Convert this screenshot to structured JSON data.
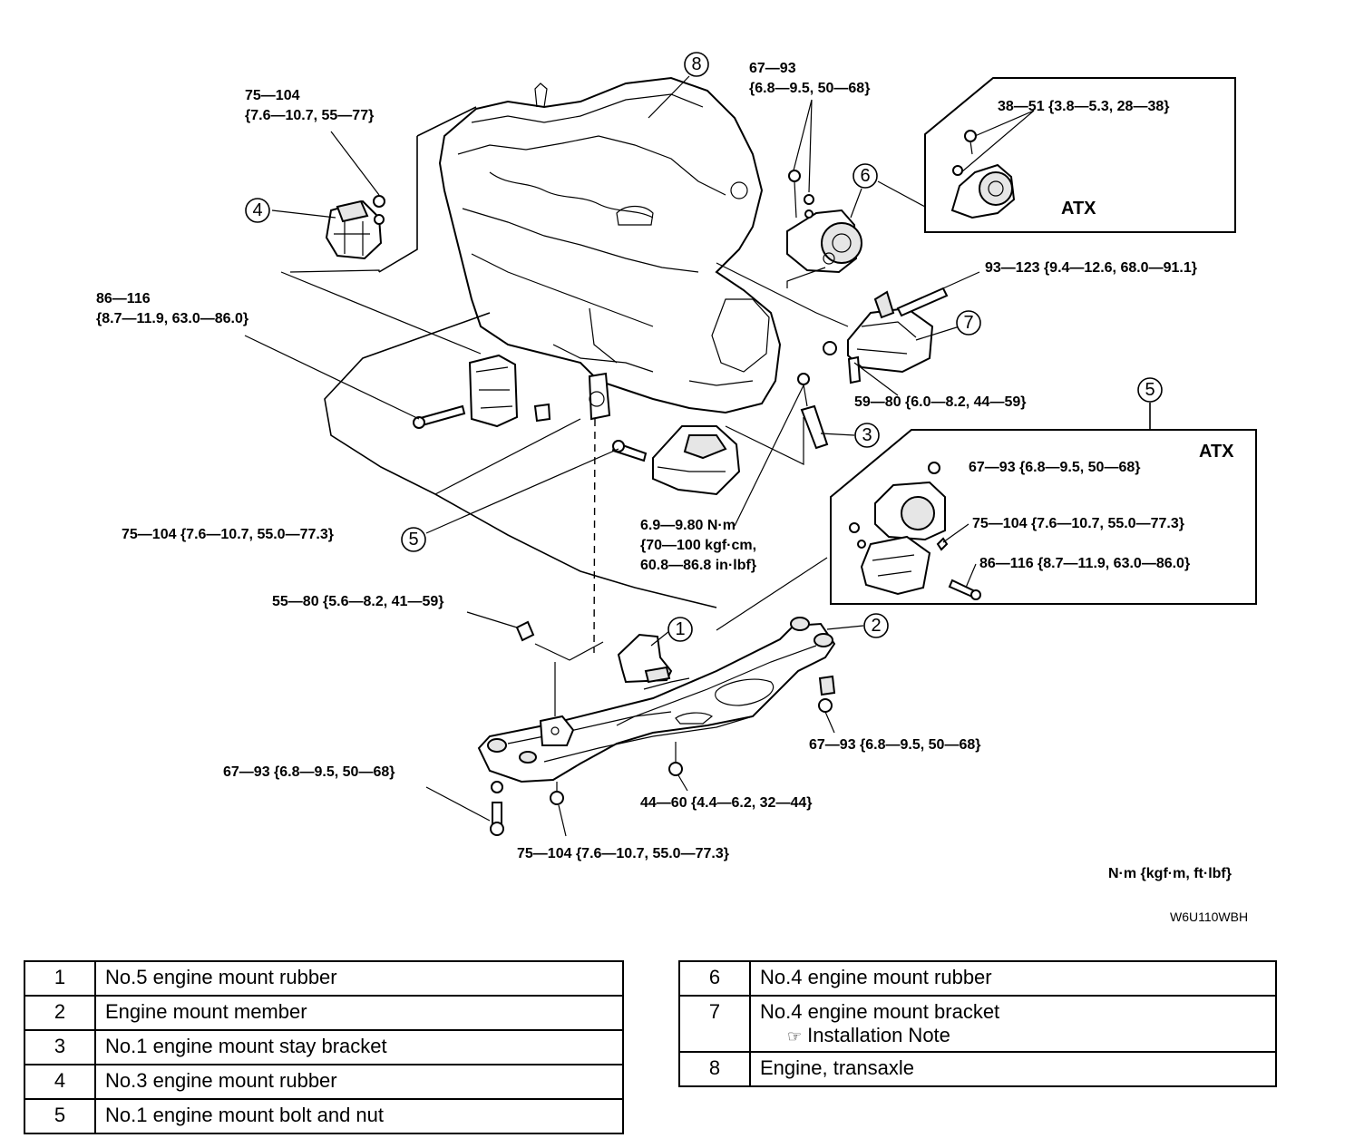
{
  "callouts": {
    "c1": "1",
    "c2": "2",
    "c3": "3",
    "c4": "4",
    "c5a": "5",
    "c5b": "5",
    "c6": "6",
    "c7": "7",
    "c8": "8"
  },
  "torque": {
    "t4_line1": "75—104",
    "t4_line2": "{7.6—10.7, 55—77}",
    "t6_line1": "67—93",
    "t6_line2": "{6.8—9.5, 50—68}",
    "t_atx6": "38—51 {3.8—5.3, 28—38}",
    "t_7bolt": "93—123 {9.4—12.6, 68.0—91.1}",
    "t_7nut": "59—80 {6.0—8.2, 44—59}",
    "t_left_line1": "86—116",
    "t_left_line2": "{8.7—11.9, 63.0—86.0}",
    "t_5bolt": "75—104 {7.6—10.7, 55.0—77.3}",
    "t_stay_line1": "6.9—9.80 N·m",
    "t_stay_line2": "{70—100 kgf·cm,",
    "t_stay_line3": "60.8—86.8 in·lbf}",
    "t_atx5_a": "67—93 {6.8—9.5, 50—68}",
    "t_atx5_b": "75—104 {7.6—10.7, 55.0—77.3}",
    "t_atx5_c": "86—116 {8.7—11.9, 63.0—86.0}",
    "t_member_bolt": "55—80 {5.6—8.2, 41—59}",
    "t_right_member": "67—93 {6.8—9.5, 50—68}",
    "t_left_member": "67—93 {6.8—9.5, 50—68}",
    "t_center_member": "44—60 {4.4—6.2, 32—44}",
    "t_bottom_member": "75—104 {7.6—10.7, 55.0—77.3}"
  },
  "atx_labels": {
    "atx_top": "ATX",
    "atx_bottom": "ATX"
  },
  "units_note": "N·m {kgf·m, ft·lbf}",
  "figure_code": "W6U110WBH",
  "legend_left": [
    {
      "num": "1",
      "desc": "No.5 engine mount rubber"
    },
    {
      "num": "2",
      "desc": "Engine mount member"
    },
    {
      "num": "3",
      "desc": "No.1 engine mount stay bracket"
    },
    {
      "num": "4",
      "desc": "No.3 engine mount rubber"
    },
    {
      "num": "5",
      "desc": "No.1 engine mount bolt and nut"
    }
  ],
  "legend_right": [
    {
      "num": "6",
      "desc": "No.4 engine mount rubber"
    },
    {
      "num": "7",
      "desc": "No.4 engine mount bracket",
      "note": "Installation Note"
    },
    {
      "num": "8",
      "desc": "Engine, transaxle"
    }
  ],
  "note_icon": "pointing-hand-icon"
}
